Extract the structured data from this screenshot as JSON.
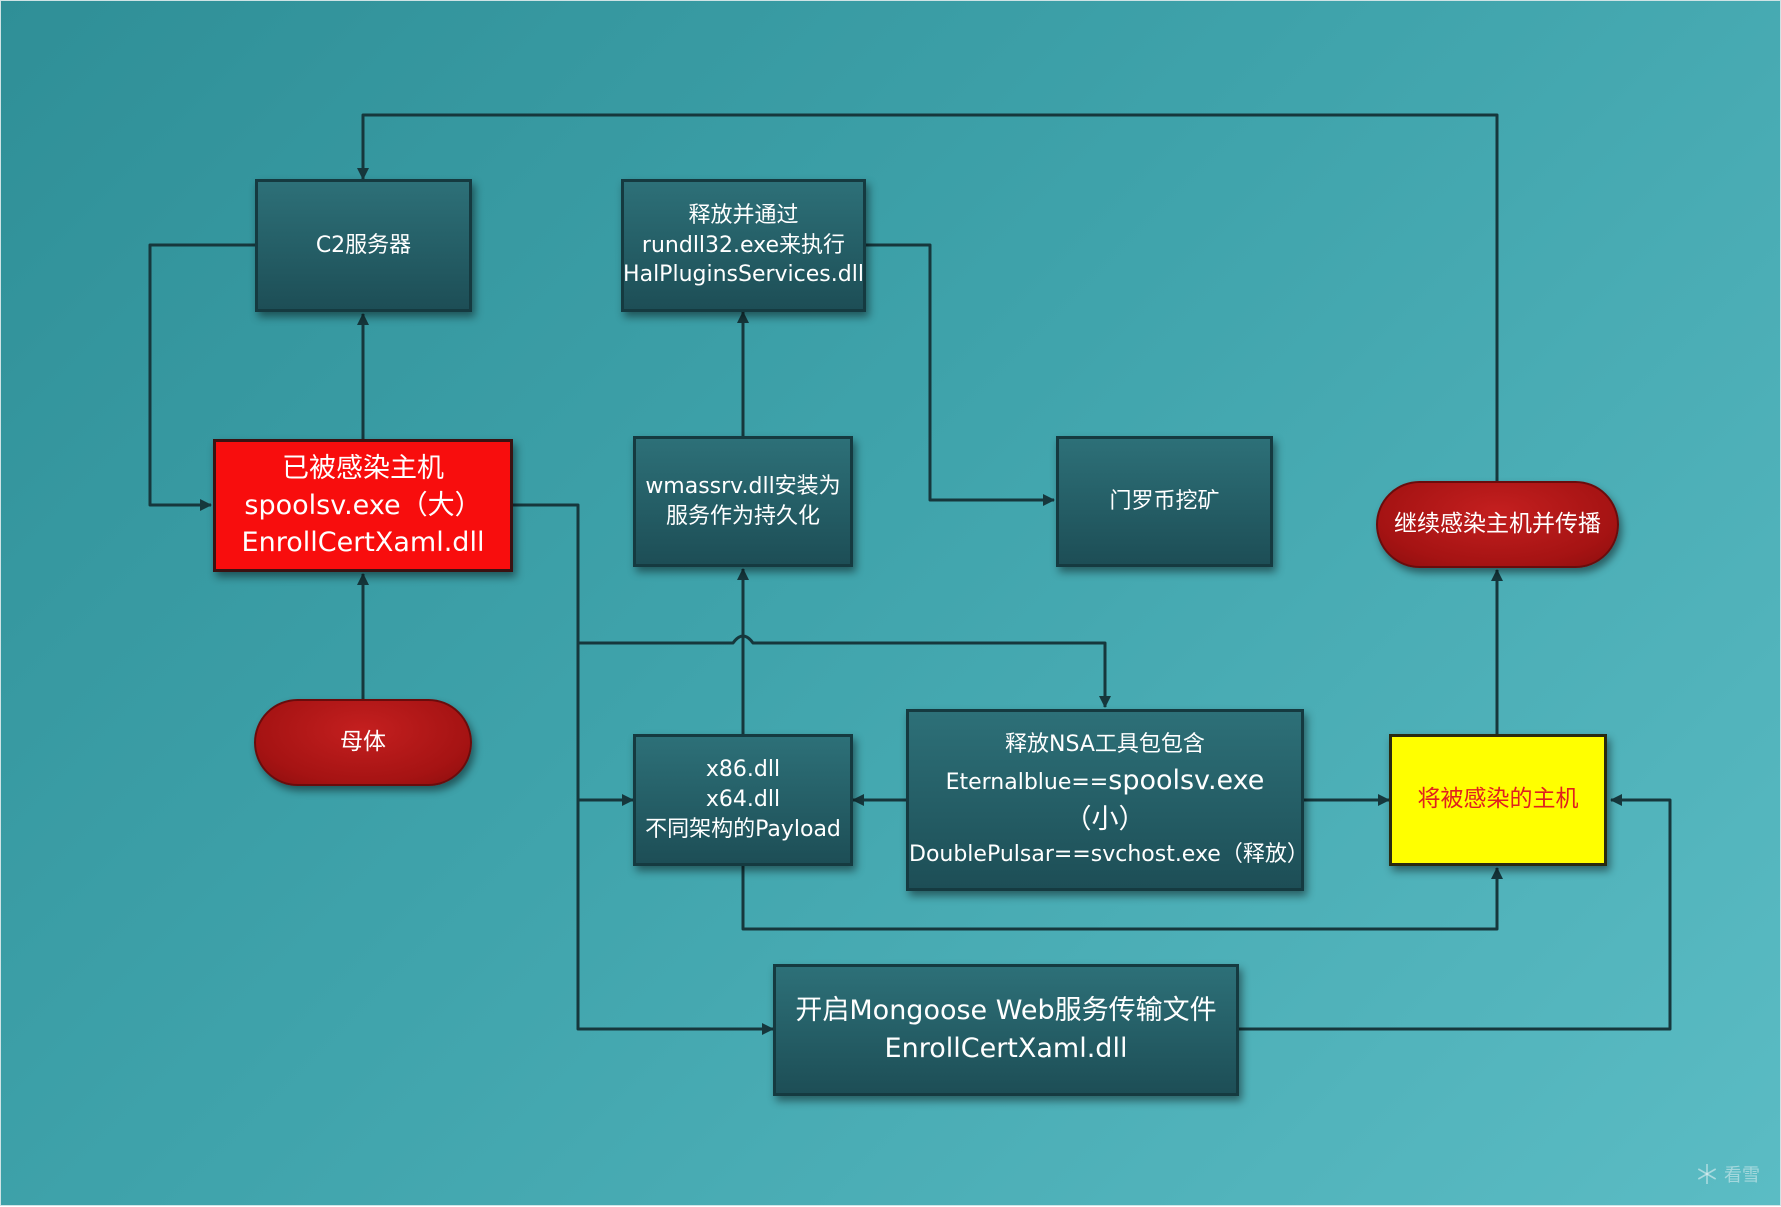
{
  "diagram": {
    "nodes": {
      "c2_server": {
        "label": "C2服务器"
      },
      "release_run": {
        "lines": [
          "释放并通过",
          "rundll32.exe来执行",
          "HalPluginsServices.dll"
        ]
      },
      "infected_host": {
        "lines": [
          "已被感染主机",
          "spoolsv.exe（大）",
          "EnrollCertXaml.dll"
        ]
      },
      "wmassrv": {
        "lines": [
          "wmassrv.dll安装为",
          "服务作为持久化"
        ]
      },
      "monero": {
        "label": "门罗币挖矿"
      },
      "continue_spread": {
        "label": "继续感染主机并传播"
      },
      "parent": {
        "label": "母体"
      },
      "payload": {
        "lines": [
          "x86.dll",
          "x64.dll",
          "不同架构的Payload"
        ]
      },
      "nsa_tools": {
        "line1": "释放NSA工具包包含",
        "line2a": "Eternalblue==",
        "line2b": "spoolsv.exe",
        "line3": "（小）",
        "line4": "DoublePulsar==svchost.exe（释放）"
      },
      "to_be_infected": {
        "label": "将被感染的主机"
      },
      "mongoose": {
        "lines": [
          "开启Mongoose Web服务传输文件",
          "EnrollCertXaml.dll"
        ]
      }
    },
    "colors": {
      "background": "#3fa3ab",
      "dark_box": "#1d4e56",
      "infected_box": "#f80d0d",
      "target_box": "#ffff00",
      "target_text": "#e0201e",
      "pill": "#a51313",
      "wire": "#16373c"
    }
  },
  "watermark": {
    "icon": "snowflake-icon",
    "text": "看雪"
  }
}
